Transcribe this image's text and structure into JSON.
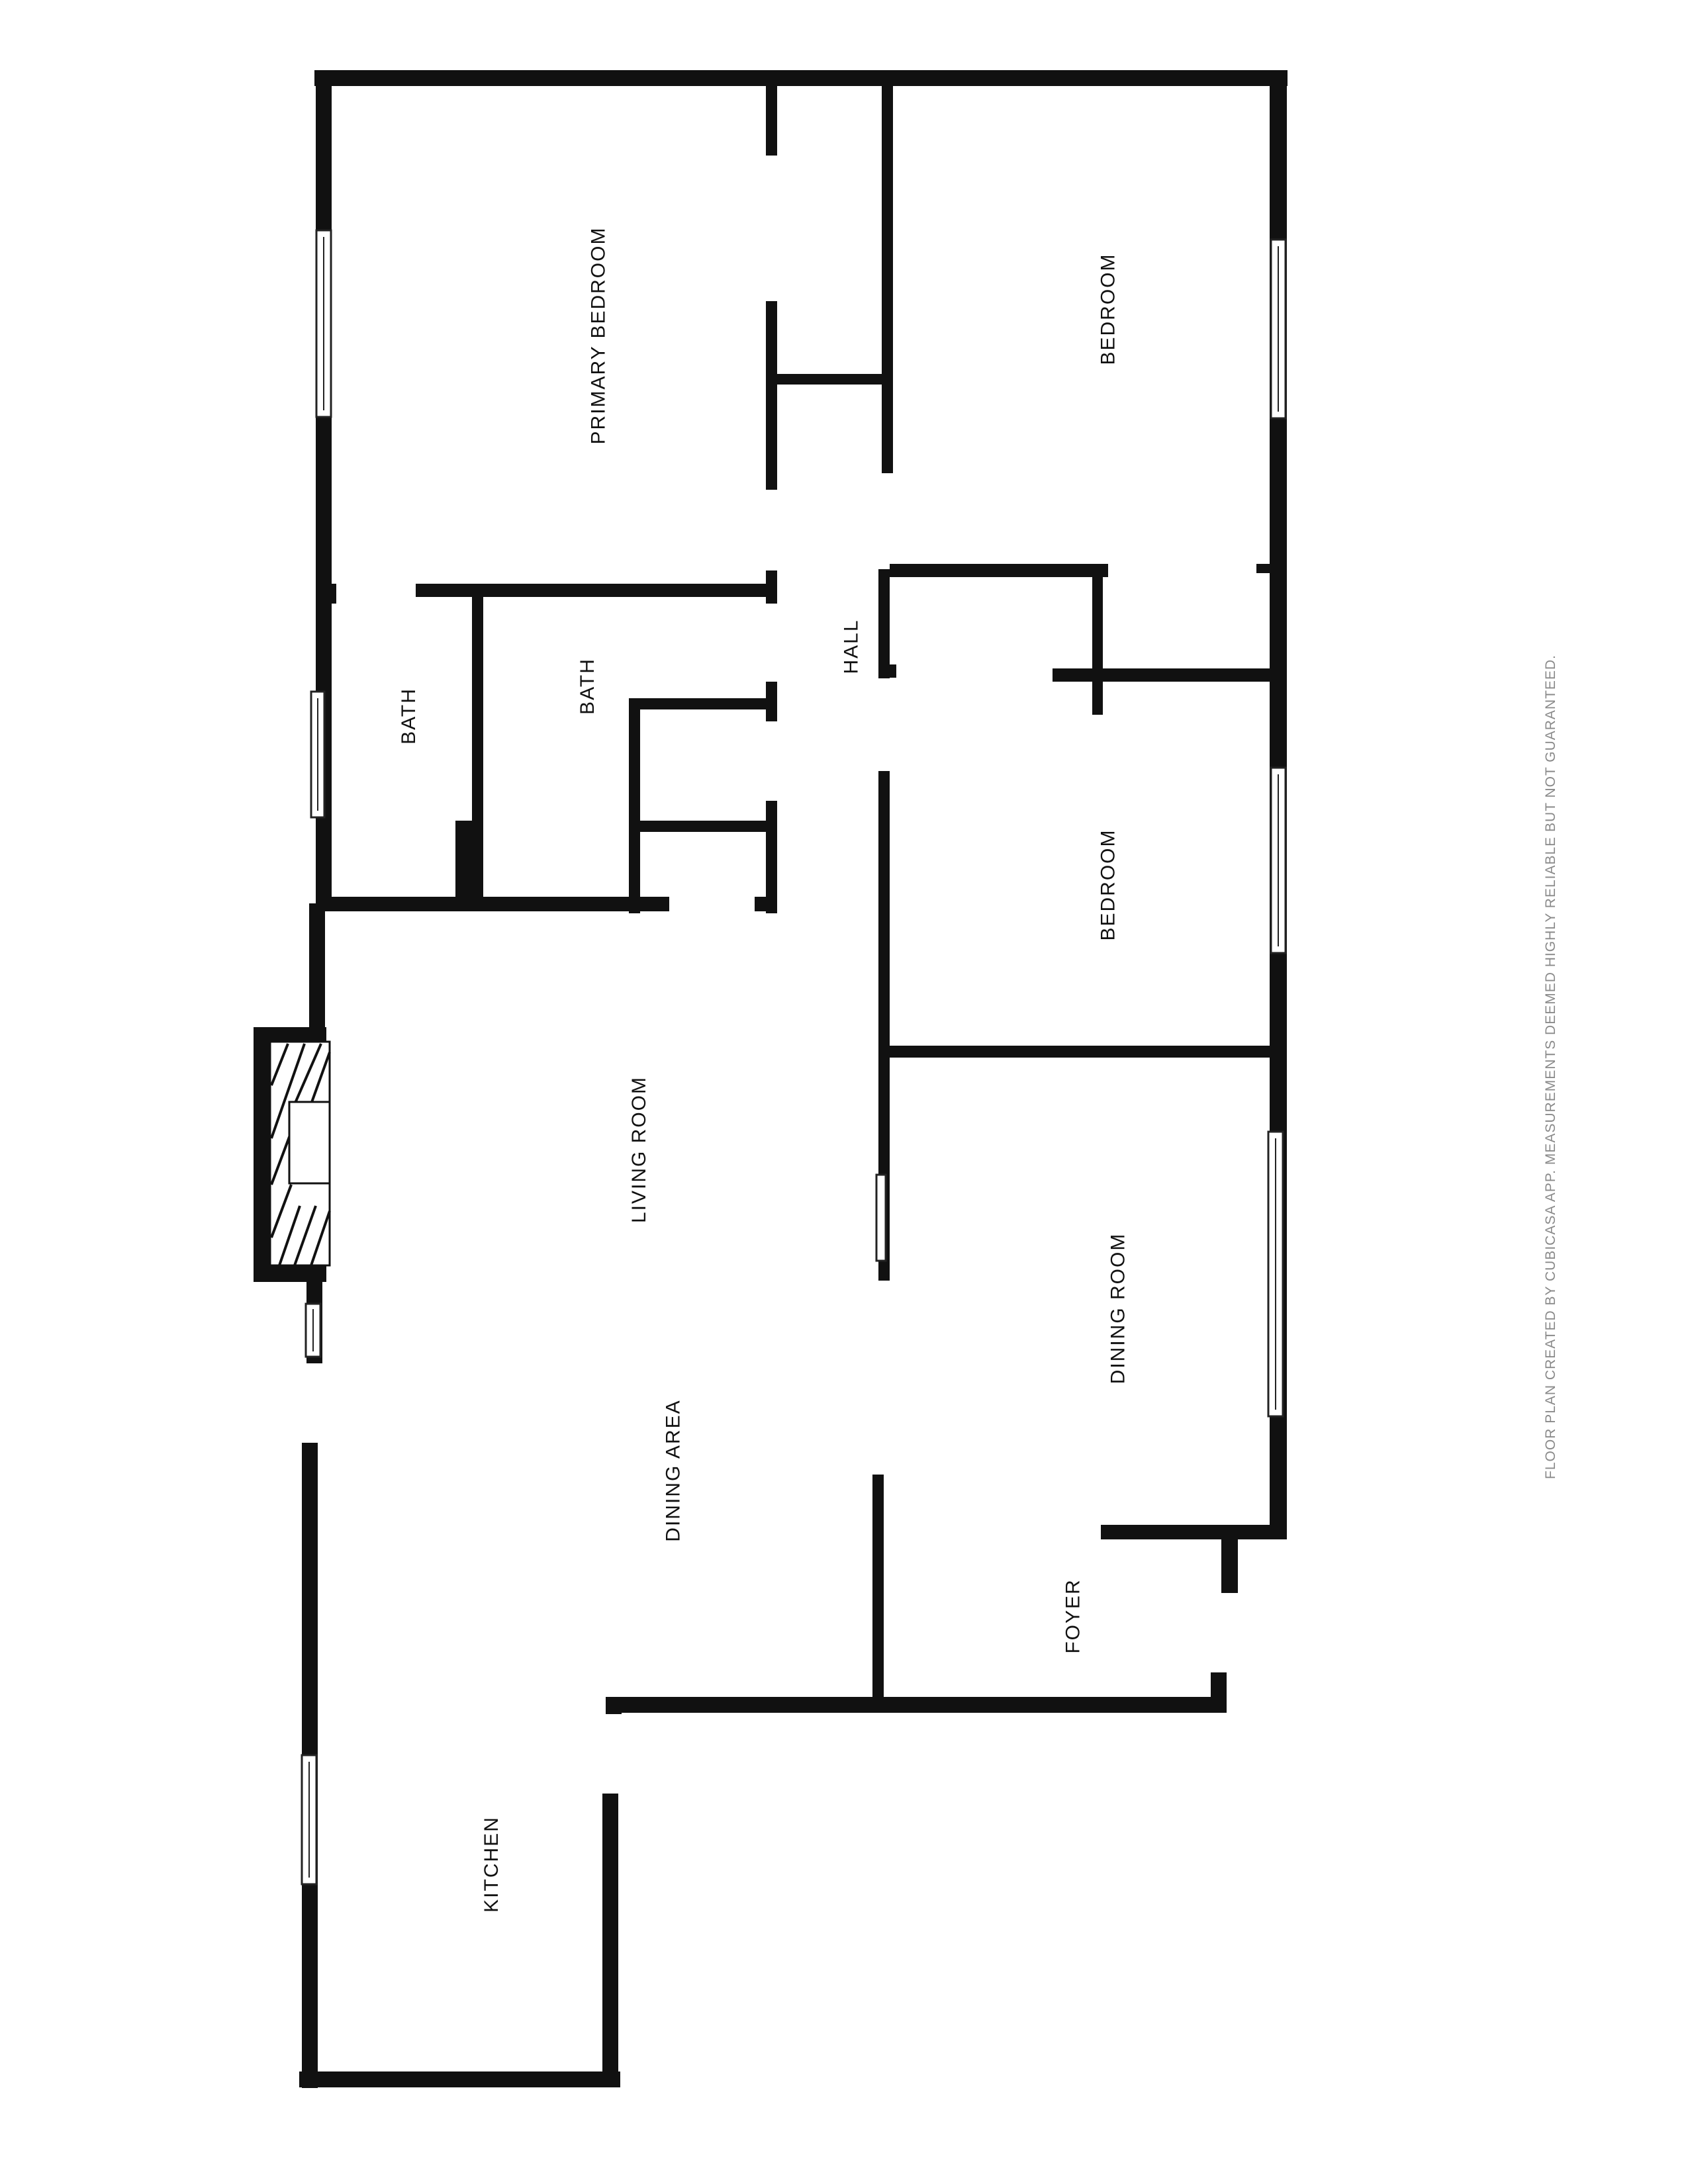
{
  "floor_plan": {
    "rooms": [
      {
        "id": "primary-bedroom",
        "label": "PRIMARY BEDROOM"
      },
      {
        "id": "bedroom-1",
        "label": "BEDROOM"
      },
      {
        "id": "hall",
        "label": "HALL"
      },
      {
        "id": "bath-1",
        "label": "BATH"
      },
      {
        "id": "bath-2",
        "label": "BATH"
      },
      {
        "id": "bedroom-2",
        "label": "BEDROOM"
      },
      {
        "id": "living-room",
        "label": "LIVING ROOM"
      },
      {
        "id": "dining-room",
        "label": "DINING ROOM"
      },
      {
        "id": "dining-area",
        "label": "DINING AREA"
      },
      {
        "id": "foyer",
        "label": "FOYER"
      },
      {
        "id": "kitchen",
        "label": "KITCHEN"
      }
    ],
    "disclaimer": "FLOOR PLAN CREATED BY CUBICASA APP. MEASUREMENTS DEEMED HIGHLY RELIABLE BUT NOT GUARANTEED.",
    "colors": {
      "wall": "#111111",
      "background": "#ffffff",
      "disclaimer": "#8a8a8a"
    }
  }
}
